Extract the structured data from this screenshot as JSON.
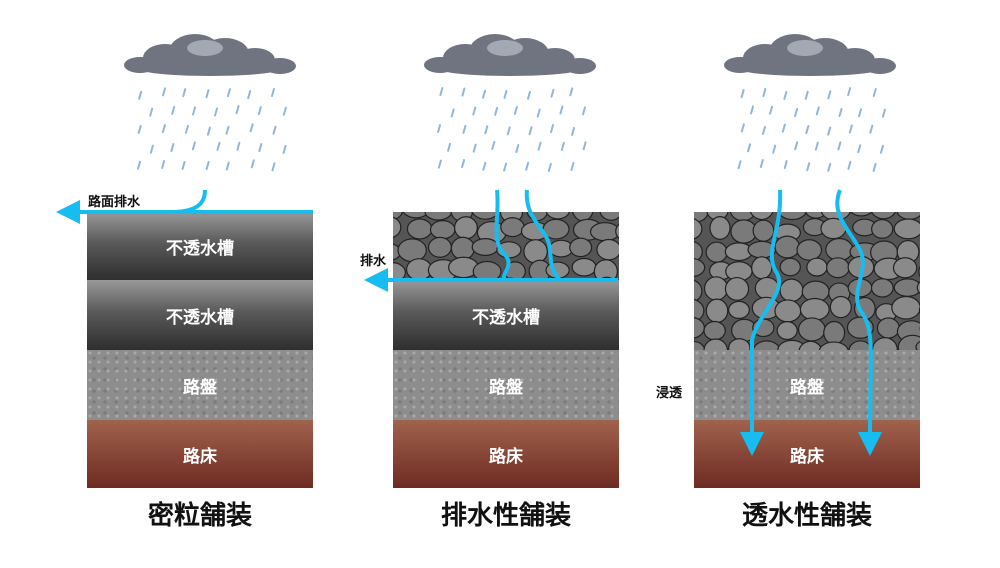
{
  "columns": [
    {
      "title": "密粒舗装",
      "layers": [
        "不透水槽",
        "不透水槽",
        "路盤",
        "路床"
      ],
      "flow_label": "路面排水"
    },
    {
      "title": "排水性舗装",
      "layers": [
        "不透水槽",
        "路盤",
        "路床"
      ],
      "flow_label": "排水"
    },
    {
      "title": "透水性舗装",
      "layers": [
        "路盤",
        "路床"
      ],
      "flow_label": "浸透"
    }
  ],
  "colors": {
    "water": "#17bdf0",
    "cloud": "#6f7480"
  }
}
